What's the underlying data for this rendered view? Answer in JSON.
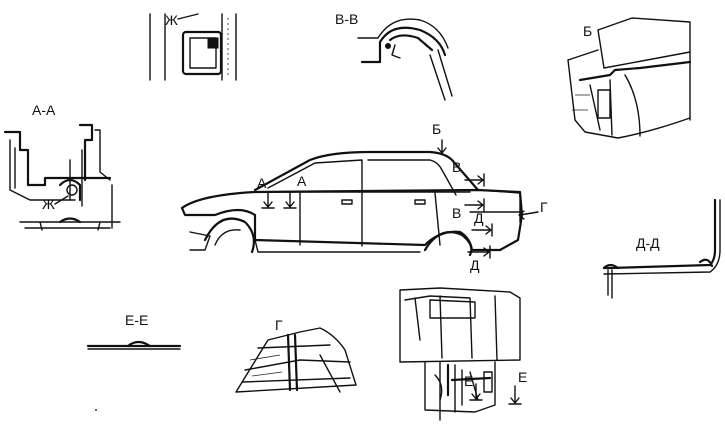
{
  "labels": {
    "zh_top": "Ж",
    "vv": "В-В",
    "b_top": "Б",
    "aa": "А-А",
    "zh_left": "Ж",
    "car_a1": "А",
    "car_a2": "А",
    "car_b": "Б",
    "car_v1": "В",
    "car_v2": "В",
    "car_d1": "Д",
    "car_d2": "Д",
    "car_g": "Г",
    "dd": "Д-Д",
    "ee": "Е-Е",
    "g_bottom": "Г",
    "e1": "Е",
    "e2": "Е"
  }
}
